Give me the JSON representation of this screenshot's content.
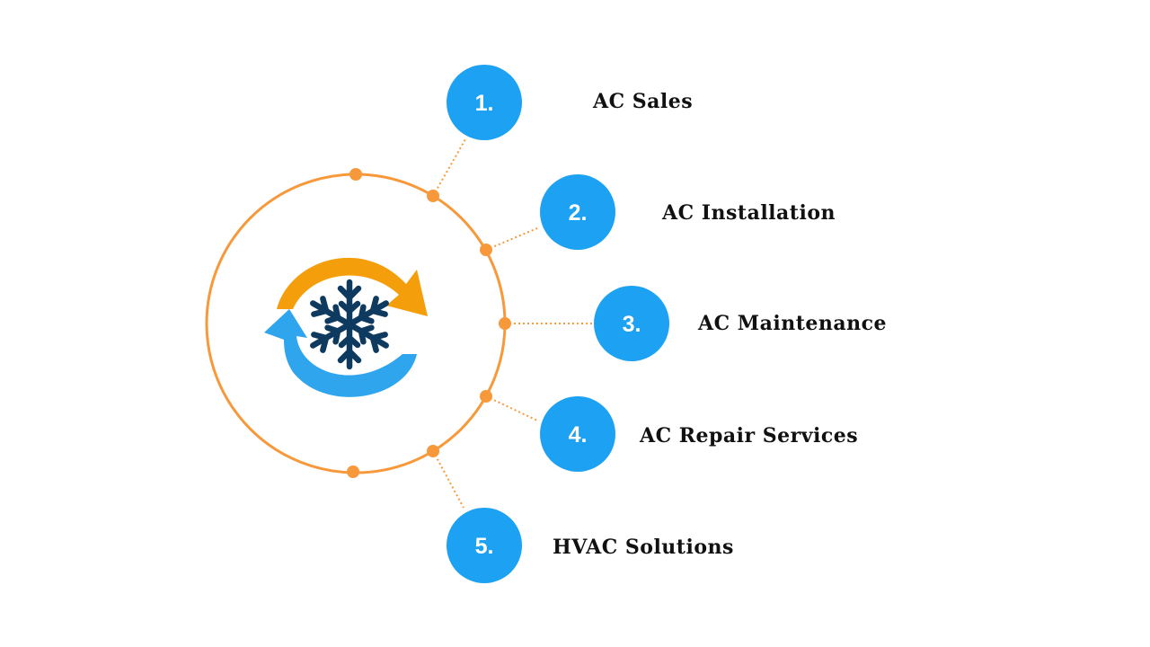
{
  "colors": {
    "accent_orange": "#F7993A",
    "badge_blue": "#1DA1F2",
    "snowflake_navy": "#0F3A5F",
    "arrow_orange": "#F59E0B",
    "arrow_blue": "#2FA5EE",
    "label_text": "#111111"
  },
  "hub_icon": "ac-cycle-snowflake-icon",
  "services": [
    {
      "number": "1.",
      "label": "AC Sales"
    },
    {
      "number": "2.",
      "label": "AC Installation"
    },
    {
      "number": "3.",
      "label": "AC Maintenance"
    },
    {
      "number": "4.",
      "label": "AC Repair Services"
    },
    {
      "number": "5.",
      "label": "HVAC Solutions"
    }
  ]
}
